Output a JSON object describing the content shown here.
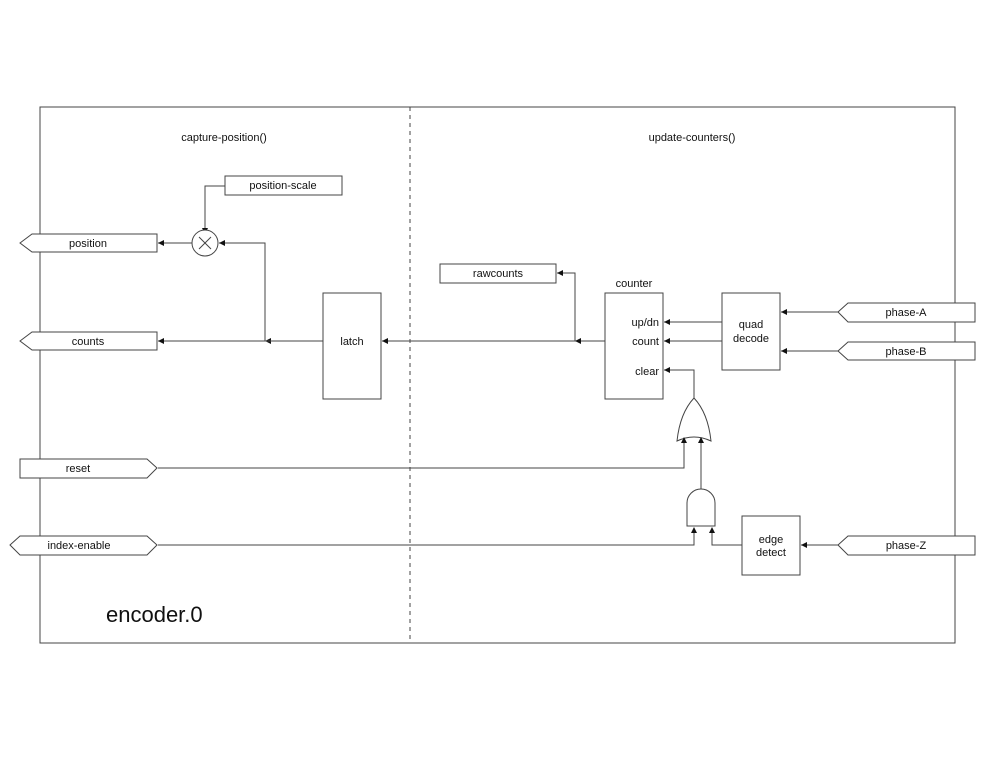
{
  "component": {
    "name": "encoder.0"
  },
  "sections": {
    "left": "capture-position()",
    "right": "update-counters()"
  },
  "pins": {
    "position": "position",
    "counts": "counts",
    "reset": "reset",
    "index_enable": "index-enable",
    "phase_a": "phase-A",
    "phase_b": "phase-B",
    "phase_z": "phase-Z"
  },
  "params": {
    "position_scale": "position-scale",
    "rawcounts": "rawcounts"
  },
  "blocks": {
    "latch": "latch",
    "counter_title": "counter",
    "counter_updn": "up/dn",
    "counter_count": "count",
    "counter_clear": "clear",
    "quad_line1": "quad",
    "quad_line2": "decode",
    "edge_line1": "edge",
    "edge_line2": "detect"
  },
  "colors": {
    "line": "#444444",
    "text": "#111111",
    "background": "#ffffff"
  }
}
